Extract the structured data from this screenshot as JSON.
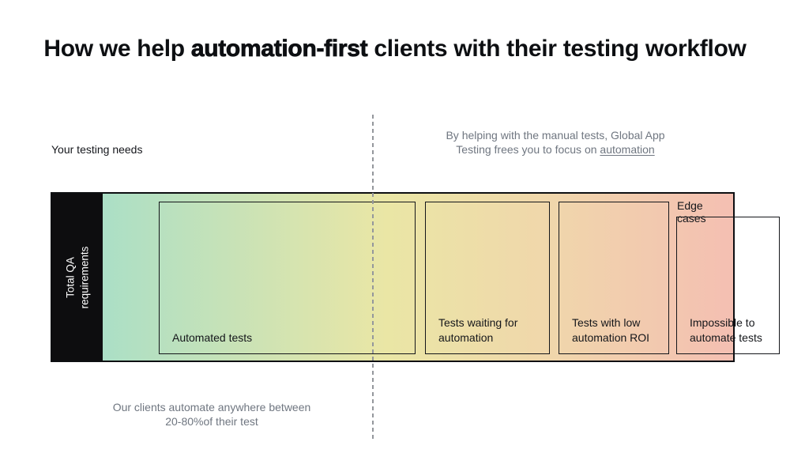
{
  "title": {
    "pre": "How we help ",
    "highlight": "automation-first",
    "post": " clients with their testing workflow"
  },
  "left_label": "Your testing needs",
  "annotation": {
    "line1": "By helping with the manual tests, Global App",
    "line2_pre": "Testing frees you to focus on ",
    "line2_link": "automation"
  },
  "bar": {
    "axis_label": {
      "line1": "Total QA",
      "line2": "requirements"
    },
    "segments": [
      {
        "label": "Automated tests"
      },
      {
        "label": "Tests waiting for automation"
      },
      {
        "label": "Tests with low automation ROI"
      },
      {
        "label": "Impossible to automate tests"
      }
    ],
    "edge_cases_label": "Edge cases"
  },
  "caption": {
    "line1": "Our clients automate anywhere between",
    "line2": "20-80%of their test"
  },
  "colors": {
    "gradient_green": "#ABDFC6",
    "gradient_yellow": "#EAE6A5",
    "gradient_orange": "#F0D7AB",
    "gradient_pink": "#F4BFB2",
    "axis_box_black": "#0D0D0F",
    "text_dark": "#14161A",
    "text_muted": "#6F7680",
    "dashed_line_gray": "#94979C"
  }
}
